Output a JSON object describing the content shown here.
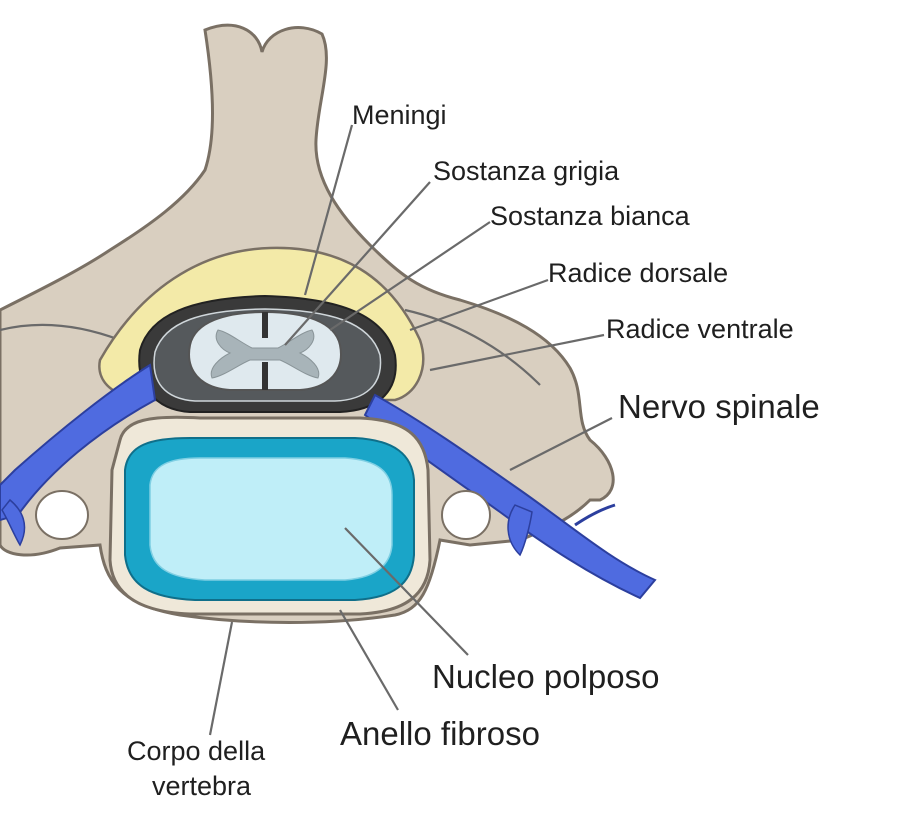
{
  "labels": {
    "meningi": "Meningi",
    "sostanza_grigia": "Sostanza grigia",
    "sostanza_bianca": "Sostanza bianca",
    "radice_dorsale": "Radice dorsale",
    "radice_ventrale": "Radice ventrale",
    "nervo_spinale": "Nervo spinale",
    "nucleo_polposo": "Nucleo polposo",
    "anello_fibroso": "Anello fibroso",
    "corpo_line1": "Corpo della",
    "corpo_line2": "vertebra"
  },
  "colors": {
    "bone": "#d9cfc0",
    "bone_outline": "#7a7064",
    "fat": "#f3eaa8",
    "canal": "#3a3a3a",
    "white_matter": "#dfe9ee",
    "gray_matter": "#a8b4b9",
    "nerve": "#4f6be0",
    "disc_ring": "#1aa5c8",
    "nucleus": "#bfeef8"
  }
}
